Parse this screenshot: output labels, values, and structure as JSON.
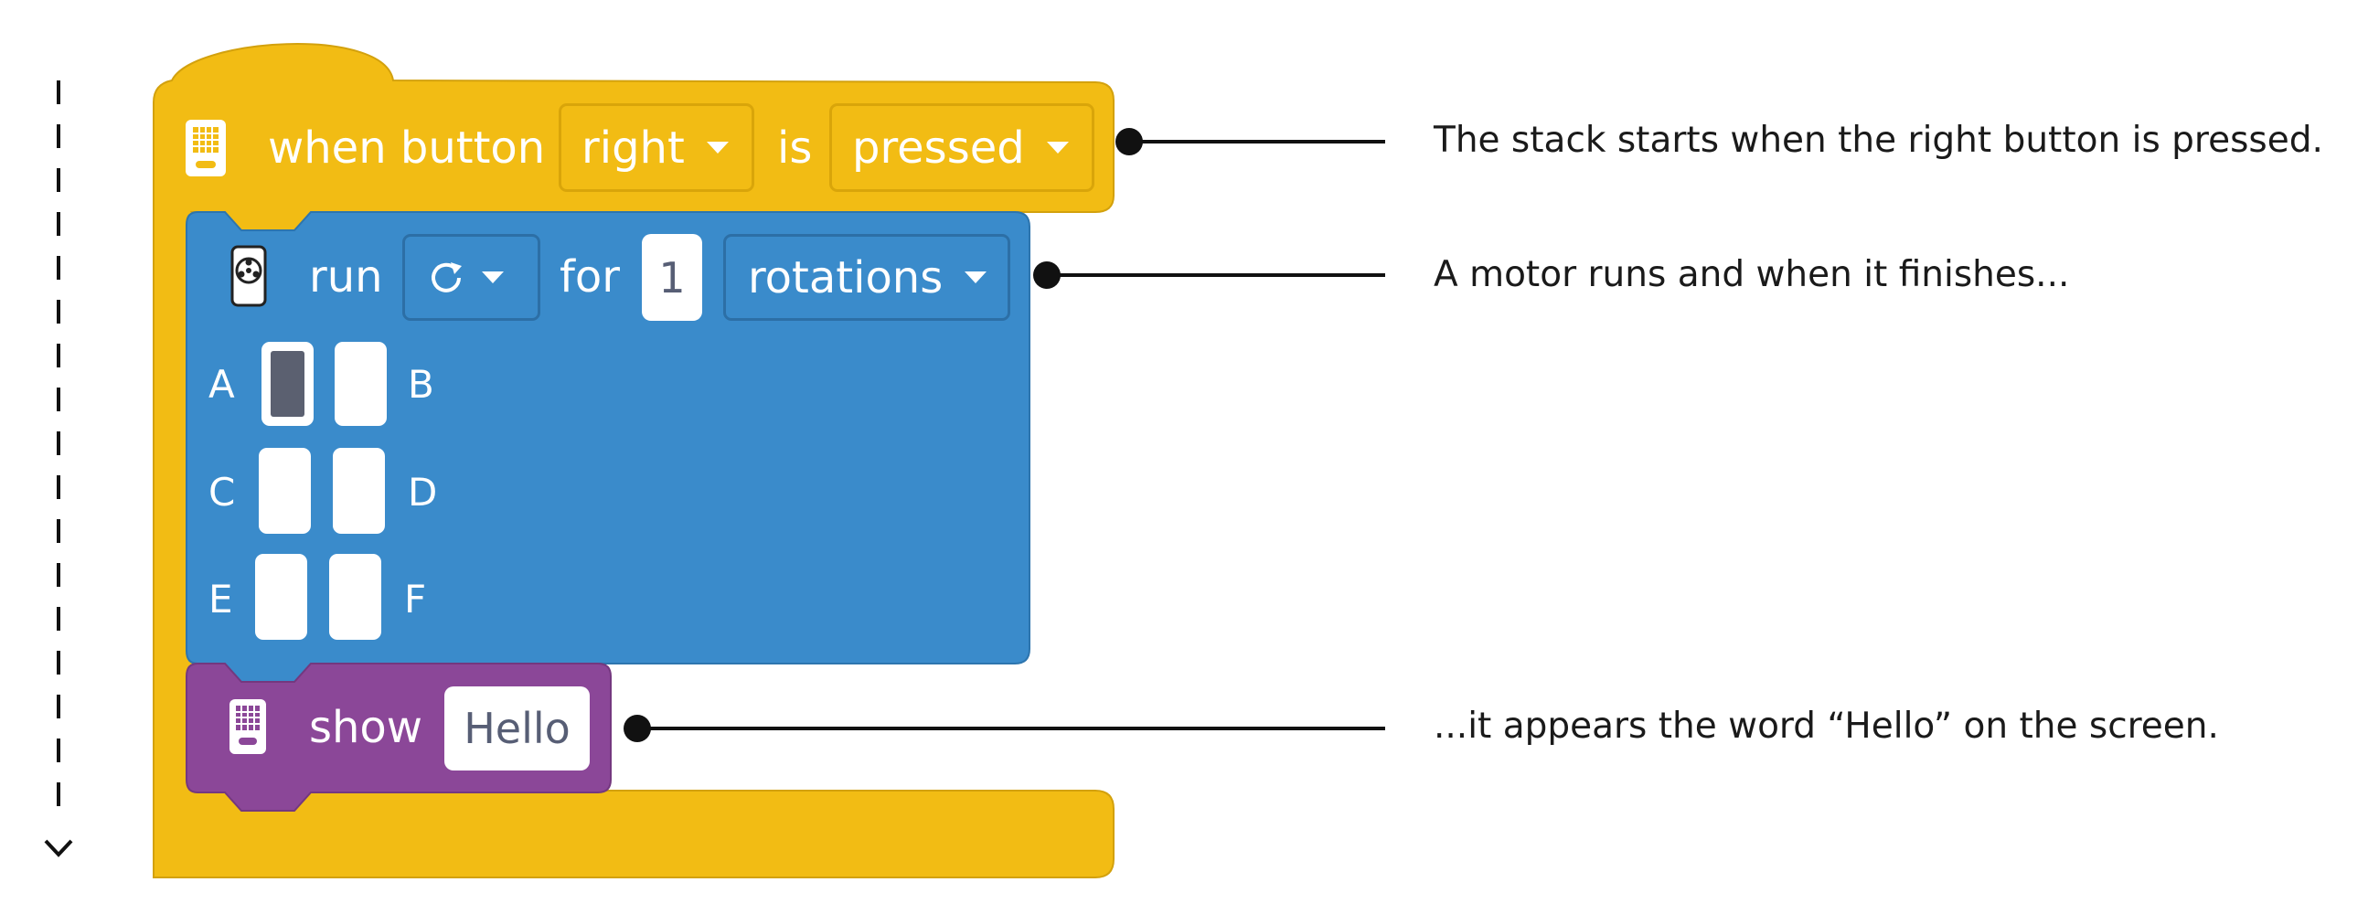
{
  "hat_block": {
    "label_when": "when button",
    "button_value": "right",
    "label_is": "is",
    "state_value": "pressed",
    "color": "#F2BC14",
    "icon": "hub-icon"
  },
  "motor_block": {
    "label_run": "run",
    "direction_icon": "clockwise-icon",
    "label_for": "for",
    "amount": "1",
    "unit": "rotations",
    "color": "#3A8BCB",
    "icon": "motor-icon",
    "ports": [
      {
        "name": "A",
        "selected": true
      },
      {
        "name": "B",
        "selected": false
      },
      {
        "name": "C",
        "selected": false
      },
      {
        "name": "D",
        "selected": false
      },
      {
        "name": "E",
        "selected": false
      },
      {
        "name": "F",
        "selected": false
      }
    ]
  },
  "display_block": {
    "label_show": "show",
    "text": "Hello",
    "color": "#8B4798",
    "icon": "light-matrix-icon"
  },
  "annotations": [
    "The stack starts when the right button is pressed.",
    "A motor runs and when it finishes...",
    "...it appears the word “Hello” on the screen."
  ],
  "flow_arrow": "down-arrow-icon"
}
